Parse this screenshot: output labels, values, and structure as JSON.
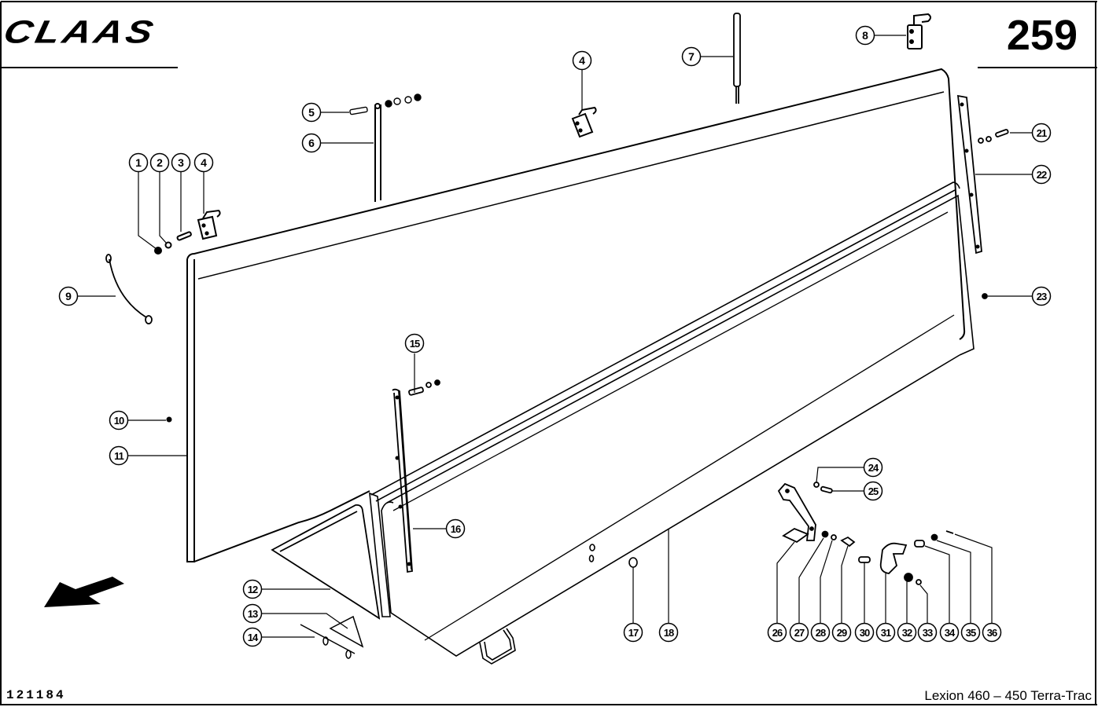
{
  "header": {
    "brand": "CLAAS",
    "page_number": "259"
  },
  "footer": {
    "drawing_id": "121184",
    "model": "Lexion 460 – 450 Terra-Trac"
  },
  "diagram": {
    "title": "Exploded parts view",
    "direction_arrow": "direction-of-travel-arrow",
    "callouts": [
      {
        "label": "1"
      },
      {
        "label": "2"
      },
      {
        "label": "3"
      },
      {
        "label": "4"
      },
      {
        "label": "4"
      },
      {
        "label": "5"
      },
      {
        "label": "6"
      },
      {
        "label": "7"
      },
      {
        "label": "8"
      },
      {
        "label": "9"
      },
      {
        "label": "10"
      },
      {
        "label": "11"
      },
      {
        "label": "12"
      },
      {
        "label": "13"
      },
      {
        "label": "14"
      },
      {
        "label": "15"
      },
      {
        "label": "16"
      },
      {
        "label": "17"
      },
      {
        "label": "18"
      },
      {
        "label": "21"
      },
      {
        "label": "22"
      },
      {
        "label": "23"
      },
      {
        "label": "24"
      },
      {
        "label": "25"
      },
      {
        "label": "26"
      },
      {
        "label": "27"
      },
      {
        "label": "28"
      },
      {
        "label": "29"
      },
      {
        "label": "30"
      },
      {
        "label": "31"
      },
      {
        "label": "32"
      },
      {
        "label": "33"
      },
      {
        "label": "34"
      },
      {
        "label": "35"
      },
      {
        "label": "36"
      }
    ]
  }
}
